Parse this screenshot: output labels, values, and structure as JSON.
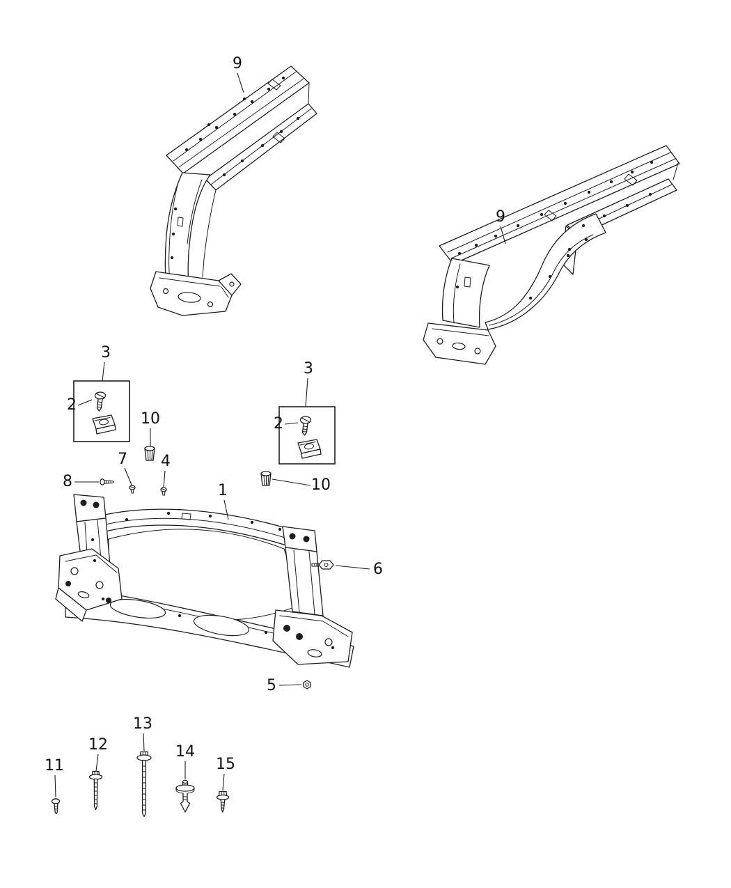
{
  "figure": {
    "background": "#ffffff",
    "line_color": "#1d1d1d",
    "label_color": "#111111"
  },
  "callouts": [
    {
      "id": "9-left",
      "label": "9"
    },
    {
      "id": "9-right",
      "label": "9"
    },
    {
      "id": "3-left",
      "label": "3"
    },
    {
      "id": "2-left",
      "label": "2"
    },
    {
      "id": "10-left",
      "label": "10"
    },
    {
      "id": "3-right",
      "label": "3"
    },
    {
      "id": "2-right",
      "label": "2"
    },
    {
      "id": "10-right",
      "label": "10"
    },
    {
      "id": "7",
      "label": "7"
    },
    {
      "id": "4",
      "label": "4"
    },
    {
      "id": "8",
      "label": "8"
    },
    {
      "id": "1",
      "label": "1"
    },
    {
      "id": "6",
      "label": "6"
    },
    {
      "id": "5",
      "label": "5"
    },
    {
      "id": "11",
      "label": "11"
    },
    {
      "id": "12",
      "label": "12"
    },
    {
      "id": "13",
      "label": "13"
    },
    {
      "id": "14",
      "label": "14"
    },
    {
      "id": "15",
      "label": "15"
    }
  ]
}
